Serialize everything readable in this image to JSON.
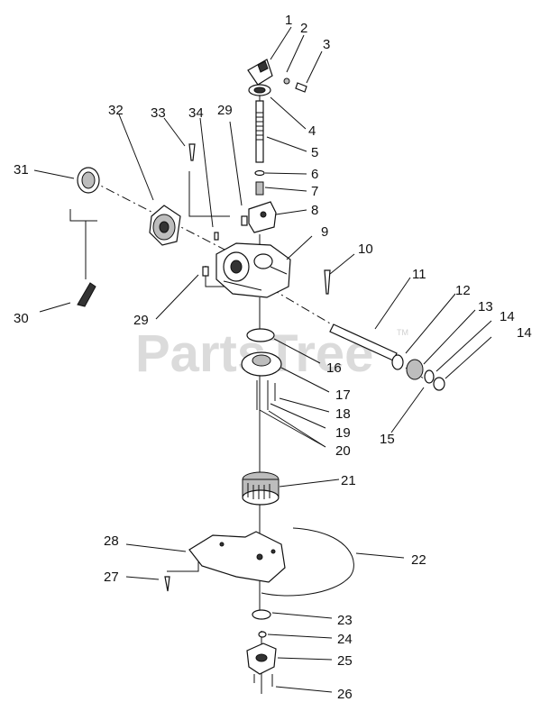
{
  "watermark": {
    "text": "PartsTree",
    "mark": "TM"
  },
  "callouts": [
    {
      "id": "c1",
      "label": "1"
    },
    {
      "id": "c2",
      "label": "2"
    },
    {
      "id": "c3",
      "label": "3"
    },
    {
      "id": "c4",
      "label": "4"
    },
    {
      "id": "c5",
      "label": "5"
    },
    {
      "id": "c6",
      "label": "6"
    },
    {
      "id": "c7",
      "label": "7"
    },
    {
      "id": "c8",
      "label": "8"
    },
    {
      "id": "c9",
      "label": "9"
    },
    {
      "id": "c10",
      "label": "10"
    },
    {
      "id": "c11",
      "label": "11"
    },
    {
      "id": "c12",
      "label": "12"
    },
    {
      "id": "c13",
      "label": "13"
    },
    {
      "id": "c14a",
      "label": "14"
    },
    {
      "id": "c14b",
      "label": "14"
    },
    {
      "id": "c15",
      "label": "15"
    },
    {
      "id": "c16",
      "label": "16"
    },
    {
      "id": "c17",
      "label": "17"
    },
    {
      "id": "c18",
      "label": "18"
    },
    {
      "id": "c19",
      "label": "19"
    },
    {
      "id": "c20",
      "label": "20"
    },
    {
      "id": "c21",
      "label": "21"
    },
    {
      "id": "c22",
      "label": "22"
    },
    {
      "id": "c23",
      "label": "23"
    },
    {
      "id": "c24",
      "label": "24"
    },
    {
      "id": "c25",
      "label": "25"
    },
    {
      "id": "c26",
      "label": "26"
    },
    {
      "id": "c27",
      "label": "27"
    },
    {
      "id": "c28",
      "label": "28"
    },
    {
      "id": "c29a",
      "label": "29"
    },
    {
      "id": "c29b",
      "label": "29"
    },
    {
      "id": "c30",
      "label": "30"
    },
    {
      "id": "c31",
      "label": "31"
    },
    {
      "id": "c32",
      "label": "32"
    },
    {
      "id": "c33",
      "label": "33"
    },
    {
      "id": "c34",
      "label": "34"
    }
  ]
}
